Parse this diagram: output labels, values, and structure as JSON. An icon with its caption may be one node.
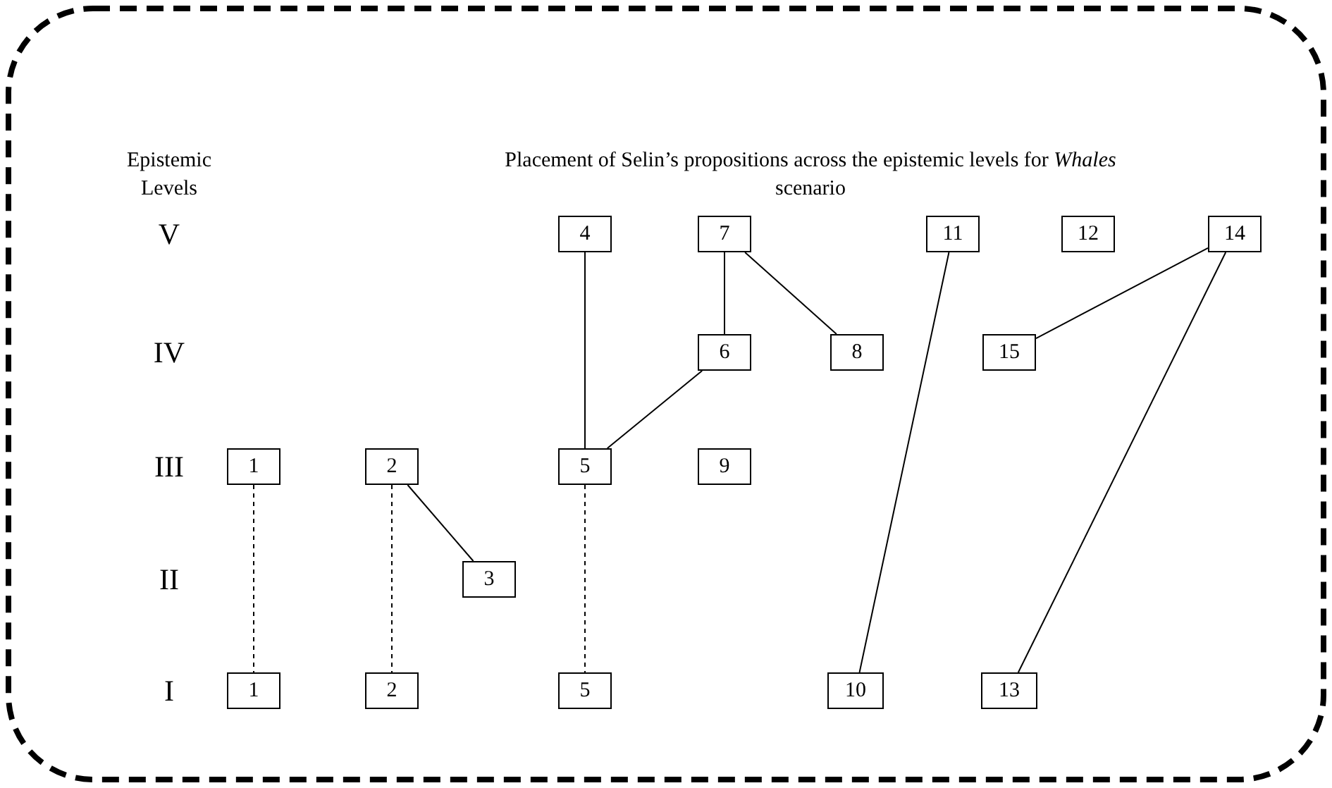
{
  "diagram": {
    "title": "Placement of Selin’s propositions across the epistemic levels for *Whales* scenario",
    "nodes": [
      {
        "text": [
          "4"
        ]
      },
      {
        "text": [
          "7"
        ]
      },
      {
        "text": [
          "11"
        ]
      },
      {
        "text": [
          "12"
        ]
      },
      {
        "text": [
          "14"
        ]
      },
      {
        "text": [
          "6"
        ]
      },
      {
        "text": [
          "8"
        ]
      },
      {
        "text": [
          "15"
        ]
      },
      {
        "text": [
          "1"
        ]
      },
      {
        "text": [
          "2"
        ]
      },
      {
        "text": [
          "5"
        ]
      },
      {
        "text": [
          "9"
        ]
      },
      {
        "text": [
          "3"
        ]
      },
      {
        "text": [
          "1"
        ]
      },
      {
        "text": [
          "2"
        ]
      },
      {
        "text": [
          "5"
        ]
      },
      {
        "text": [
          "10"
        ]
      },
      {
        "text": [
          "13"
        ]
      }
    ],
    "edges": [
      {
        "from": 0,
        "to": 10,
        "arrow": "none"
      },
      {
        "from": 1,
        "to": 5,
        "arrow": "none"
      },
      {
        "from": 1,
        "to": 6,
        "arrow": "none"
      },
      {
        "from": 5,
        "to": 10,
        "arrow": "none"
      },
      {
        "from": 2,
        "to": 16,
        "arrow": "none"
      },
      {
        "from": 4,
        "to": 7,
        "arrow": "none"
      },
      {
        "from": 4,
        "to": 17,
        "arrow": "none"
      },
      {
        "from": 9,
        "to": 12,
        "arrow": "none"
      },
      {
        "from": 8,
        "to": 13,
        "arrow": "none",
        "style": "dashed"
      },
      {
        "from": 9,
        "to": 14,
        "arrow": "none",
        "style": "dashed"
      },
      {
        "from": 10,
        "to": 15,
        "arrow": "none",
        "style": "dashed"
      }
    ],
    "labels": [
      "Epistemic Levels",
      "V",
      "IV",
      "III",
      "II",
      "I"
    ]
  }
}
